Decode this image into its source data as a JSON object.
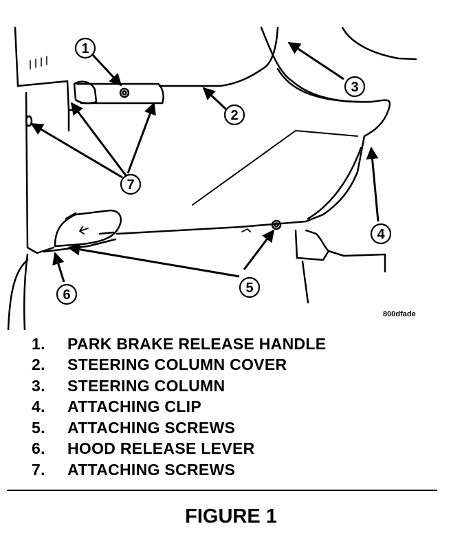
{
  "diagram": {
    "callouts": [
      "1",
      "2",
      "3",
      "4",
      "5",
      "6",
      "7"
    ],
    "code": "800dfade"
  },
  "legend": [
    {
      "num": "1.",
      "label": "PARK BRAKE RELEASE HANDLE"
    },
    {
      "num": "2.",
      "label": "STEERING COLUMN COVER"
    },
    {
      "num": "3.",
      "label": "STEERING COLUMN"
    },
    {
      "num": "4.",
      "label": "ATTACHING CLIP"
    },
    {
      "num": "5.",
      "label": "ATTACHING SCREWS"
    },
    {
      "num": "6.",
      "label": "HOOD RELEASE LEVER"
    },
    {
      "num": "7.",
      "label": "ATTACHING SCREWS"
    }
  ],
  "figure_title": "FIGURE 1"
}
